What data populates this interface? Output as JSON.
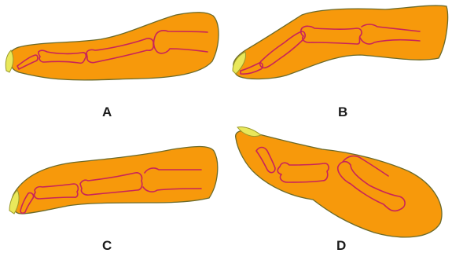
{
  "figure": {
    "panels": [
      {
        "id": "a",
        "label": "A"
      },
      {
        "id": "b",
        "label": "B"
      },
      {
        "id": "c",
        "label": "C"
      },
      {
        "id": "d",
        "label": "D"
      }
    ]
  },
  "colors": {
    "skin": "#f7990b",
    "skin_outline": "#6b6a2a",
    "bone_outline": "#c8235a",
    "nail": "#e9e85b",
    "background": "#ffffff"
  }
}
